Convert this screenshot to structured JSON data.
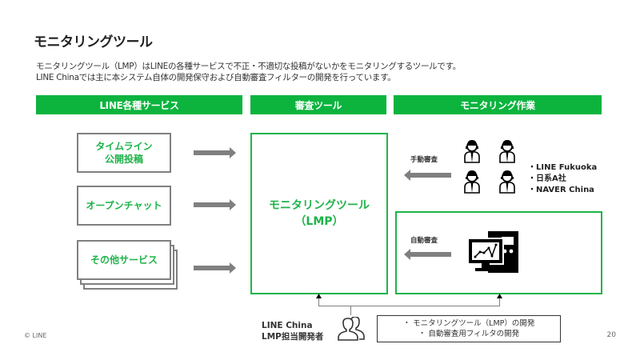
{
  "slide": {
    "title": "モニタリングツール",
    "description": [
      "モニタリングツール（LMP）はLINEの各種サービスで不正・不適切な投稿がないかをモニタリングするツールです。",
      "LINE Chinaでは主に本システム自体の開発保守および自動審査フィルターの開発を行っています。"
    ],
    "columns": {
      "services": "LINE各種サービス",
      "review_tool": "審査ツール",
      "monitoring": "モニタリング作業"
    },
    "services": [
      {
        "line1": "タイムライン",
        "line2": "公開投稿"
      },
      {
        "line1": "オープンチャット",
        "line2": ""
      },
      {
        "line1": "その他サービス",
        "line2": ""
      }
    ],
    "tool": {
      "name": "モニタリングツール",
      "abbr": "（LMP）"
    },
    "manual_review": {
      "label": "手動審査",
      "icon": "operator-headset-icon",
      "vendors": [
        "・LINE Fukuoka",
        "・日系A社",
        "・NAVER China"
      ]
    },
    "auto_review": {
      "label": "自動審査",
      "icon": "computer-chart-icon"
    },
    "developer": {
      "line1": "LINE China",
      "line2": "LMP担当開発者",
      "icon": "users-icon",
      "tasks": [
        "・ モニタリングツール（LMP）の開発",
        "・ 自動審査用フィルタの開発"
      ]
    },
    "footer": {
      "logo": "© LINE",
      "page": "20"
    },
    "colors": {
      "accent": "#0cb43e",
      "accent_text": "#1fb34a",
      "arrow": "#808080"
    }
  }
}
